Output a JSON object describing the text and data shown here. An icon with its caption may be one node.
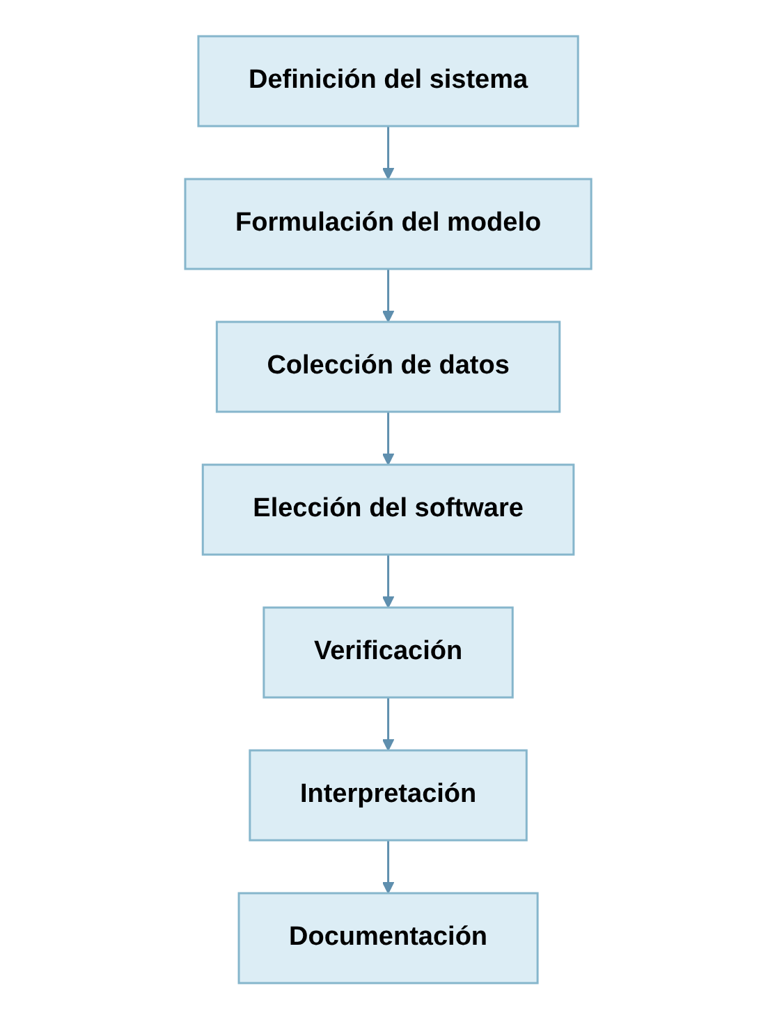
{
  "diagram": {
    "nodes": [
      {
        "text": [
          "Definición del sistema"
        ]
      },
      {
        "text": [
          "Formulación del modelo"
        ]
      },
      {
        "text": [
          "Colección de datos"
        ]
      },
      {
        "text": [
          "Elección del software"
        ]
      },
      {
        "text": [
          "Verificación"
        ]
      },
      {
        "text": [
          "Interpretación"
        ]
      },
      {
        "text": [
          "Documentación"
        ]
      }
    ],
    "edges": [
      {
        "from": 0,
        "to": 1,
        "arrow": "to"
      },
      {
        "from": 1,
        "to": 2,
        "arrow": "to"
      },
      {
        "from": 2,
        "to": 3,
        "arrow": "to"
      },
      {
        "from": 3,
        "to": 4,
        "arrow": "to"
      },
      {
        "from": 4,
        "to": 5,
        "arrow": "to"
      },
      {
        "from": 5,
        "to": 6,
        "arrow": "to"
      }
    ]
  }
}
